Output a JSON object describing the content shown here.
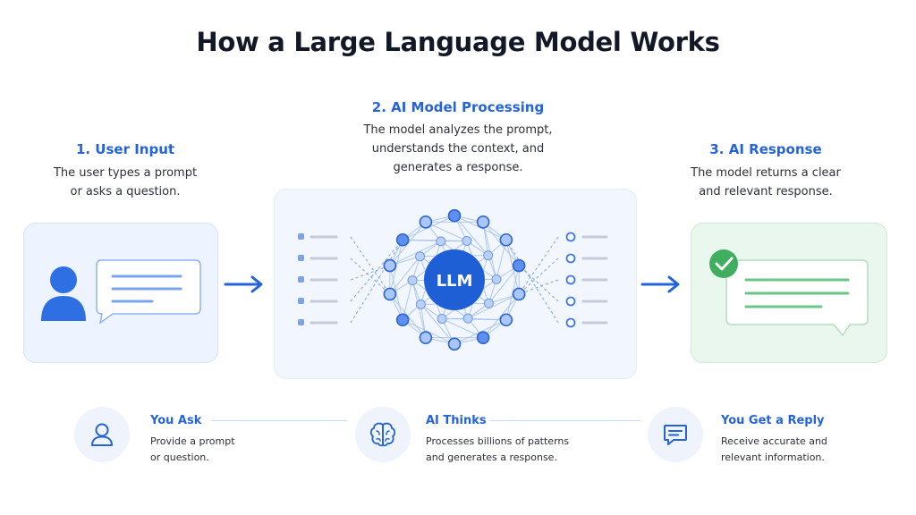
{
  "title": "How a Large Language Model Works",
  "steps": [
    {
      "heading": "1. User Input",
      "description_lines": [
        "The user types a prompt",
        "or asks a question."
      ]
    },
    {
      "heading": "2. AI Model Processing",
      "description_lines": [
        "The model analyzes the prompt,",
        "understands the context, and",
        "generates a response."
      ]
    },
    {
      "heading": "3. AI Response",
      "description_lines": [
        "The model returns a clear",
        "and relevant response."
      ]
    }
  ],
  "model": {
    "center_label": "LLM"
  },
  "bottom": [
    {
      "title": "You Ask",
      "description_lines": [
        "Provide a prompt",
        "or question."
      ],
      "icon": "user-icon"
    },
    {
      "title": "AI Thinks",
      "description_lines": [
        "Processes billions of patterns",
        "and generates a response."
      ],
      "icon": "brain-icon"
    },
    {
      "title": "You Get a Reply",
      "description_lines": [
        "Receive accurate and",
        "relevant information."
      ],
      "icon": "chat-icon"
    }
  ],
  "colors": {
    "accent": "#2563d9",
    "title": "#121826",
    "input_panel": "#eef4ff",
    "model_panel": "#f1f6ff",
    "response_panel": "#eaf7ee",
    "success": "#3fae5f"
  }
}
